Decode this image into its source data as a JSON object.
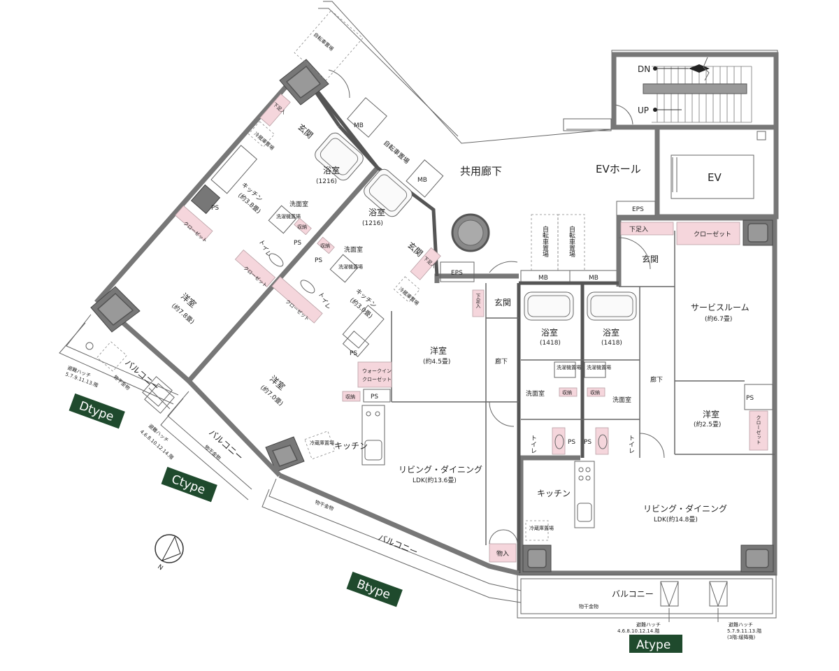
{
  "types": {
    "a": "Atype",
    "b": "Btype",
    "c": "Ctype",
    "d": "Dtype"
  },
  "common": {
    "corridor": "共用廊下",
    "ev_hall": "EVホール",
    "ev": "EV",
    "eps": "EPS",
    "dn": "DN",
    "up": "UP",
    "bike_parking": "自転車置場",
    "mb": "MB",
    "balcony": "バルコニー",
    "drying_rack": "物干金物",
    "ps": "PS"
  },
  "a_type": {
    "entrance": "玄関",
    "shoe_storage": "下足入",
    "closet": "クローゼット",
    "service_room": "サービスルーム",
    "service_room_area": "(約6.7畳)",
    "bath": "浴室",
    "bath_size": "(1418)",
    "washroom": "洗面室",
    "washer": "洗濯機置場",
    "storage": "収納",
    "toilet": "トイレ",
    "hallway": "廊下",
    "western_room": "洋室",
    "western_room_area": "(約2.5畳)",
    "kitchen": "キッチン",
    "fridge": "冷蔵庫置場",
    "ldk": "リビング・ダイニング",
    "ldk_area": "LDK(約14.8畳)",
    "hatch1_label": "避難ハッチ",
    "hatch1_floors": "4.6.8.10.12.14.階",
    "hatch2_label": "避難ハッチ",
    "hatch2_floors": "5.7.9.11.13.階",
    "hatch2_note": "(3階:緩降機)"
  },
  "b_type": {
    "entrance": "玄関",
    "shoe_storage": "下足入",
    "bath": "浴室",
    "bath_size": "(1418)",
    "washroom": "洗面室",
    "washer": "洗濯機置場",
    "storage": "収納",
    "toilet": "トイレ",
    "hallway": "廊下",
    "western_room": "洋室",
    "western_room_area": "(約4.5畳)",
    "walk_in": "ウォークイン",
    "walk_in_closet": "クローゼット",
    "kitchen": "キッチン",
    "fridge": "冷蔵庫置場",
    "ldk": "リビング・ダイニング",
    "ldk_area": "LDK(約13.6畳)",
    "delivery": "物入"
  },
  "c_type": {
    "entrance": "玄関",
    "shoe_storage": "下足入",
    "bath": "浴室",
    "bath_size": "(1216)",
    "washroom": "洗面室",
    "washer": "洗濯機置場",
    "storage": "収納",
    "toilet": "トイレ",
    "kitchen": "キッチン",
    "kitchen_area": "(約3.0畳)",
    "fridge": "冷蔵庫置場",
    "closet": "クローゼット",
    "western_room": "洋室",
    "western_room_area": "(約7.0畳)",
    "hatch_label": "避難ハッチ",
    "hatch_floors": "4.6.8.10.12.14.階"
  },
  "d_type": {
    "entrance": "玄関",
    "shoe_storage": "下足入",
    "bath": "浴室",
    "bath_size": "(1216)",
    "washroom": "洗面室",
    "washer": "洗濯機置場",
    "storage": "収納",
    "toilet": "トイレ",
    "kitchen": "キッチン",
    "kitchen_area": "(約3.8畳)",
    "fridge": "冷蔵庫置場",
    "closet": "クローゼット",
    "western_room": "洋室",
    "western_room_area": "(約7.8畳)",
    "hatch_label": "避難ハッチ",
    "hatch_floors": "5.7.9.11.13.階"
  },
  "compass": "N"
}
